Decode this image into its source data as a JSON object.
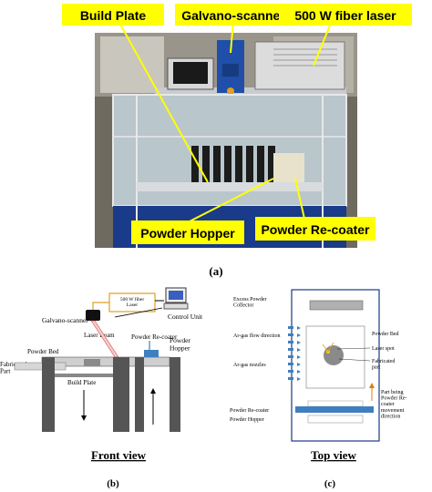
{
  "photo": {
    "labels": {
      "build_plate": "Build Plate",
      "galvano": "Galvano-scanner",
      "laser": "500 W fiber laser",
      "hopper": "Powder Hopper",
      "recoater": "Powder Re-coater"
    },
    "caption": "(a)"
  },
  "front": {
    "laser_box": "500 W fiber\nLaser",
    "control_unit": "Control Unit",
    "galvano": "Galvano-scanner",
    "laser_beam": "Laser Beam",
    "recoater": "Powder Re-coater",
    "powder_bed": "Powder Bed",
    "fabricated": "Fabricated\nPart",
    "hopper": "Powder\nHopper",
    "build_plate": "Build Plate",
    "title": "Front view",
    "caption": "(b)"
  },
  "top": {
    "collector": "Excess Powder\nCollector",
    "flow": "Ar-gas flow direction",
    "nozzles": "Ar-gas nozzles",
    "powder_bed": "Powder Bed",
    "laser_spot": "Laser spot",
    "fabricated": "Fabricated\npart",
    "moving": "Part being\nPowder Re-\ncoater\nmovement\ndirection",
    "recoater": "Powder Re-coater",
    "hopper": "Powder Hopper",
    "title": "Top view",
    "caption": "(c)"
  },
  "colors": {
    "callout_yellow": "#ffff00",
    "frame_blue": "#1a3a8a",
    "recoater_blue": "#3f7fbf",
    "arrow_orange": "#e07a10",
    "beam_red": "#cc2222"
  }
}
